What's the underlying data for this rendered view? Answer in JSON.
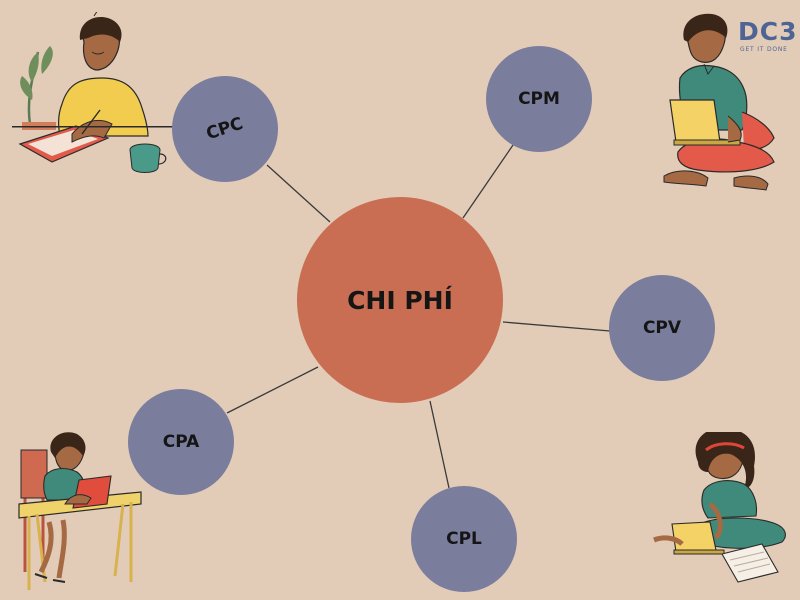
{
  "diagram": {
    "center": {
      "label": "CHI PHÍ",
      "color": "#c96e53"
    },
    "satellite_color": "#7b7d9d",
    "connector_color": "#3a3a3a",
    "background": "#e2ccb8",
    "nodes": [
      {
        "id": "cpc",
        "label": "CPC"
      },
      {
        "id": "cpm",
        "label": "CPM"
      },
      {
        "id": "cpv",
        "label": "CPV"
      },
      {
        "id": "cpa",
        "label": "CPA"
      },
      {
        "id": "cpl",
        "label": "CPL"
      }
    ]
  },
  "logo": {
    "mark": "DC3",
    "tagline": "GET IT DONE",
    "color": "#4e6494"
  },
  "illustrations": [
    {
      "id": "woman-drawing-on-tablet-icon"
    },
    {
      "id": "man-with-laptop-icon"
    },
    {
      "id": "woman-at-desk-with-laptop-icon"
    },
    {
      "id": "woman-sitting-with-laptop-icon"
    }
  ]
}
